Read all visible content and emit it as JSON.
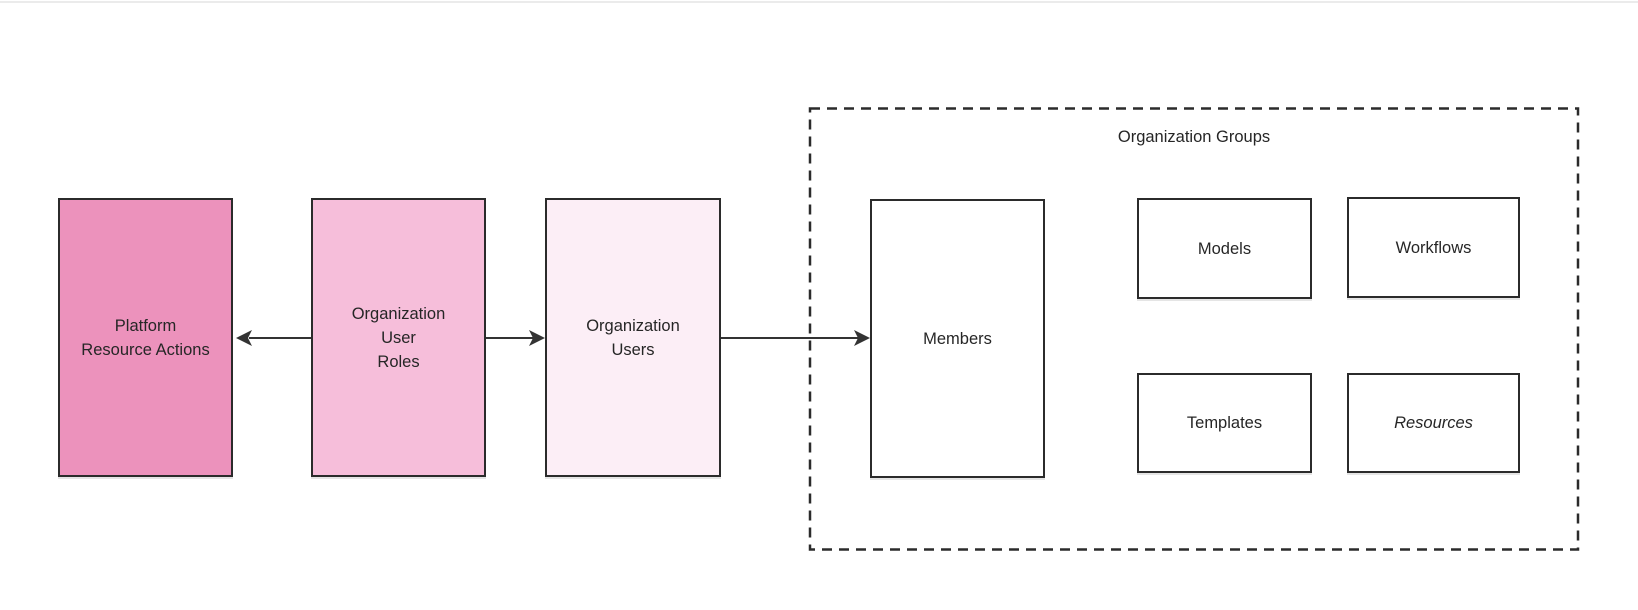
{
  "diagram": {
    "type": "flowchart",
    "group": {
      "label": "Organization Groups",
      "border_style": "dashed"
    },
    "nodes": {
      "platform_resource_actions": {
        "label": "Platform\nResource Actions",
        "fill": "#ec92bc"
      },
      "organization_user_roles": {
        "label": "Organization\nUser\nRoles",
        "fill": "#f6beda"
      },
      "organization_users": {
        "label": "Organization\nUsers",
        "fill": "#fceef6"
      },
      "members": {
        "label": "Members",
        "fill": "#ffffff"
      },
      "models": {
        "label": "Models",
        "fill": "#ffffff"
      },
      "workflows": {
        "label": "Workflows",
        "fill": "#ffffff"
      },
      "templates": {
        "label": "Templates",
        "fill": "#ffffff"
      },
      "resources": {
        "label": "Resources",
        "fill": "#ffffff",
        "italic": true
      }
    },
    "edges": [
      {
        "from": "organization_user_roles",
        "to": "platform_resource_actions",
        "arrow": "left"
      },
      {
        "from": "organization_user_roles",
        "to": "organization_users",
        "arrow": "right"
      },
      {
        "from": "organization_users",
        "to": "members",
        "arrow": "right"
      }
    ],
    "colors": {
      "node_border": "#2b2b2b",
      "arrow": "#333333",
      "text": "#262626",
      "pink_dark": "#ec92bc",
      "pink_medium": "#f6beda",
      "pink_light": "#fceef6"
    }
  }
}
